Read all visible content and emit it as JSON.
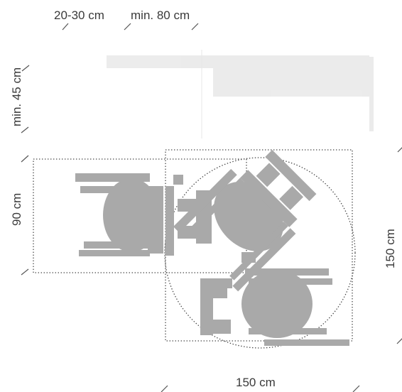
{
  "labels": {
    "side_clearance": "20-30 cm",
    "front_clearance": "min. 80 cm",
    "depth_clearance": "min. 45 cm",
    "wheelchair_length": "90 cm",
    "turning_height": "150 cm",
    "turning_width": "150 cm"
  },
  "colors": {
    "figure_gray": "#a9a9a9",
    "line": "#444444",
    "text": "#3a3a3a"
  }
}
